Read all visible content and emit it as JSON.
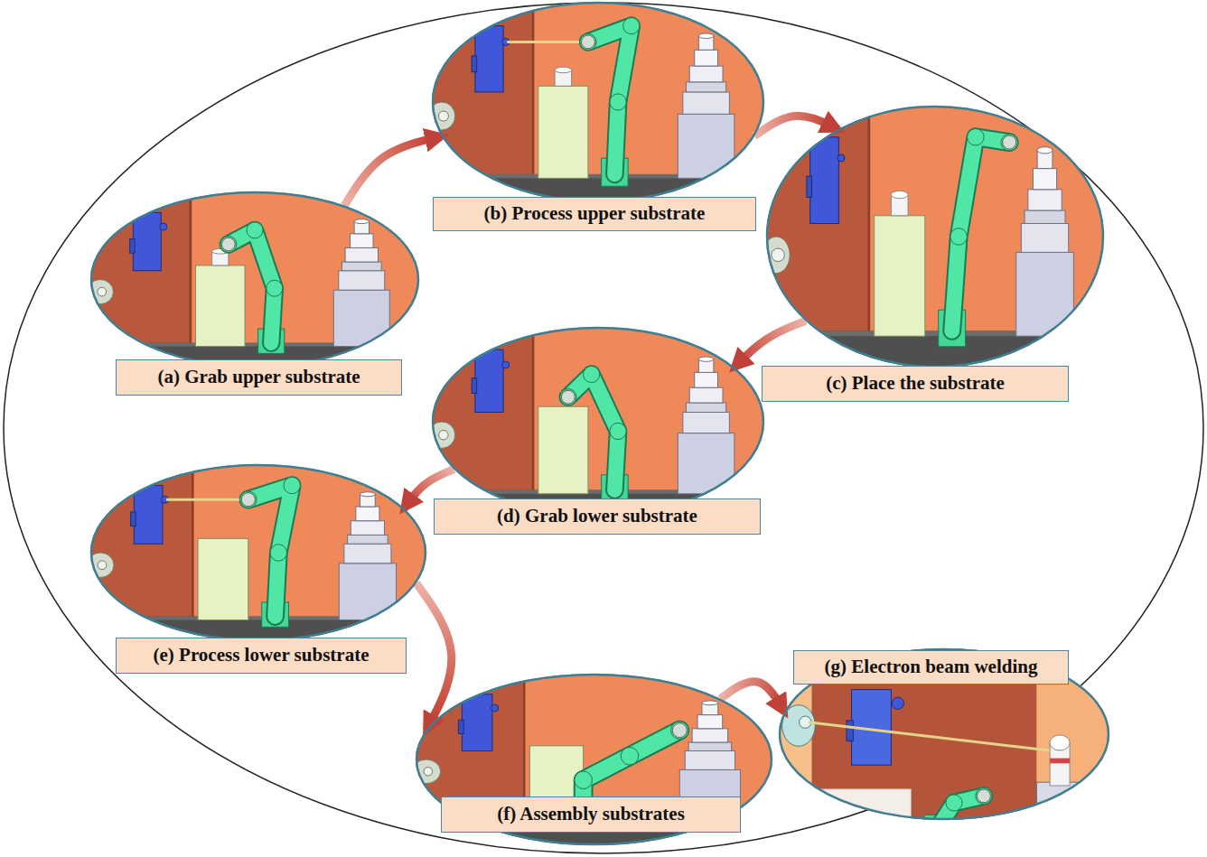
{
  "diagram": {
    "nodes": [
      {
        "text": [
          "(a) Grab upper substrate"
        ]
      },
      {
        "text": [
          "(b) Process upper substrate"
        ]
      },
      {
        "text": [
          "(c) Place the substrate"
        ]
      },
      {
        "text": [
          "(d) Grab lower substrate"
        ]
      },
      {
        "text": [
          "(e) Process lower substrate"
        ]
      },
      {
        "text": [
          "(f) Assembly substrates"
        ]
      },
      {
        "text": [
          "(g) Electron beam welding"
        ]
      }
    ],
    "edges": [
      {
        "from": 0,
        "to": 1,
        "arrow": "to"
      },
      {
        "from": 1,
        "to": 2,
        "arrow": "to"
      },
      {
        "from": 2,
        "to": 3,
        "arrow": "to"
      },
      {
        "from": 3,
        "to": 4,
        "arrow": "to"
      },
      {
        "from": 4,
        "to": 5,
        "arrow": "to"
      },
      {
        "from": 5,
        "to": 6,
        "arrow": "to"
      }
    ]
  }
}
